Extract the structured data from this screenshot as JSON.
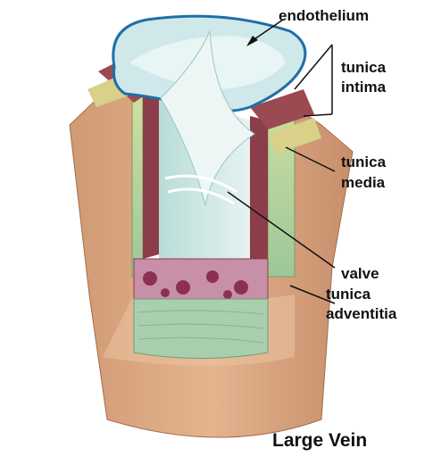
{
  "labels": {
    "endothelium": "endothelium",
    "tunica_intima_1": "tunica",
    "tunica_intima_2": "intima",
    "tunica_media_1": "tunica",
    "tunica_media_2": "media",
    "valve": "valve",
    "tunica_adventitia_1": "tunica",
    "tunica_adventitia_2": "adventitia"
  },
  "title": "Large Vein",
  "colors": {
    "adventitia": "#d9a27a",
    "media": "#c8b06a",
    "intima": "#8c3d4a",
    "endothelium": "#cfe8ea",
    "valve": "#eef6f5",
    "leader": "#111111"
  }
}
